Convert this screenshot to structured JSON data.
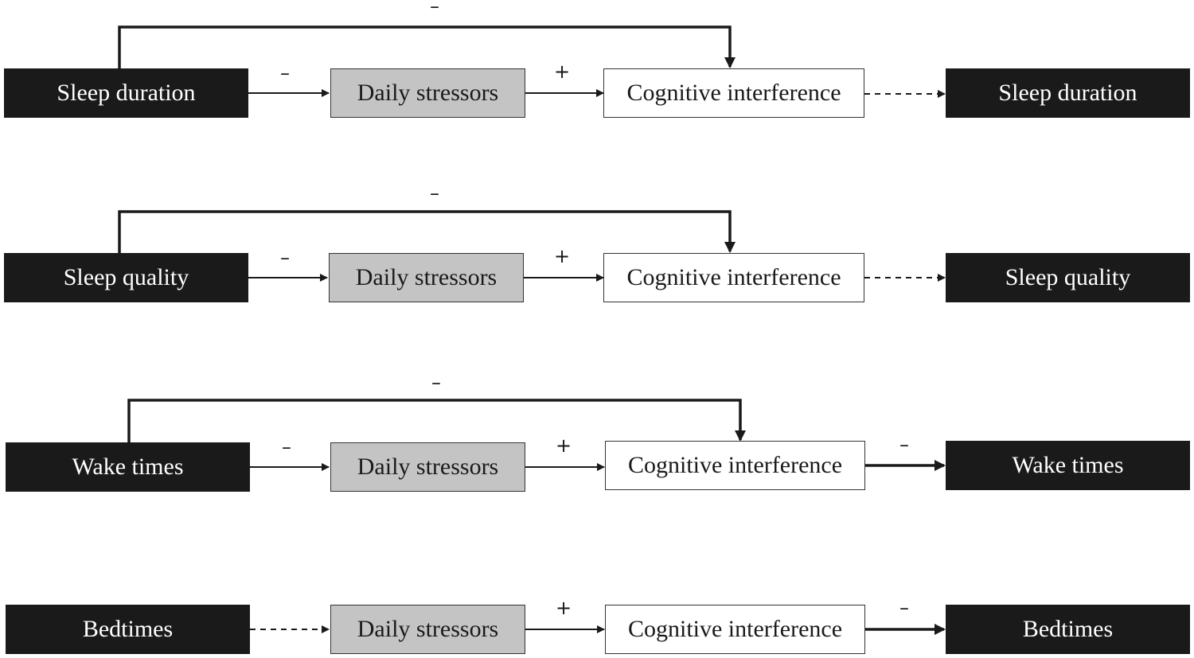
{
  "rows": [
    {
      "predictor": "Sleep duration",
      "stressors": "Daily stressors",
      "interference": "Cognitive interference",
      "outcome": "Sleep duration",
      "sign_direct": "–",
      "sign_a": "–",
      "sign_b": "+",
      "sign_c": ""
    },
    {
      "predictor": "Sleep quality",
      "stressors": "Daily stressors",
      "interference": "Cognitive interference",
      "outcome": "Sleep quality",
      "sign_direct": "–",
      "sign_a": "–",
      "sign_b": "+",
      "sign_c": ""
    },
    {
      "predictor": "Wake times",
      "stressors": "Daily stressors",
      "interference": "Cognitive interference",
      "outcome": "Wake times",
      "sign_direct": "–",
      "sign_a": "–",
      "sign_b": "+",
      "sign_c": "–"
    },
    {
      "predictor": "Bedtimes",
      "stressors": "Daily stressors",
      "interference": "Cognitive interference",
      "outcome": "Bedtimes",
      "sign_direct": "",
      "sign_a": "",
      "sign_b": "+",
      "sign_c": "–"
    }
  ],
  "colors": {
    "dark_box": "#1a1a1a",
    "gray_box": "#c4c4c4",
    "line": "#1a1a1a"
  }
}
